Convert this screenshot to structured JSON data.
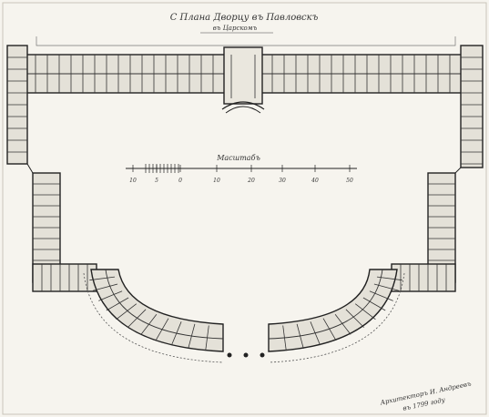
{
  "drawing": {
    "title": "С Плана Дворцу въ Павловскъ",
    "title_line2": "въ Царскомъ",
    "scale_caption": "Масштабъ",
    "signature_line1": "Архитекторъ И. Андреевъ",
    "signature_line2": "въ 1799 году"
  },
  "scale_bar": {
    "tick_labels": [
      "10",
      "5",
      "0",
      "10",
      "20",
      "30",
      "40",
      "50"
    ]
  },
  "colors": {
    "paper": "#f6f4ee",
    "ink": "#222222",
    "wall_fill": "#e4e1d8"
  }
}
